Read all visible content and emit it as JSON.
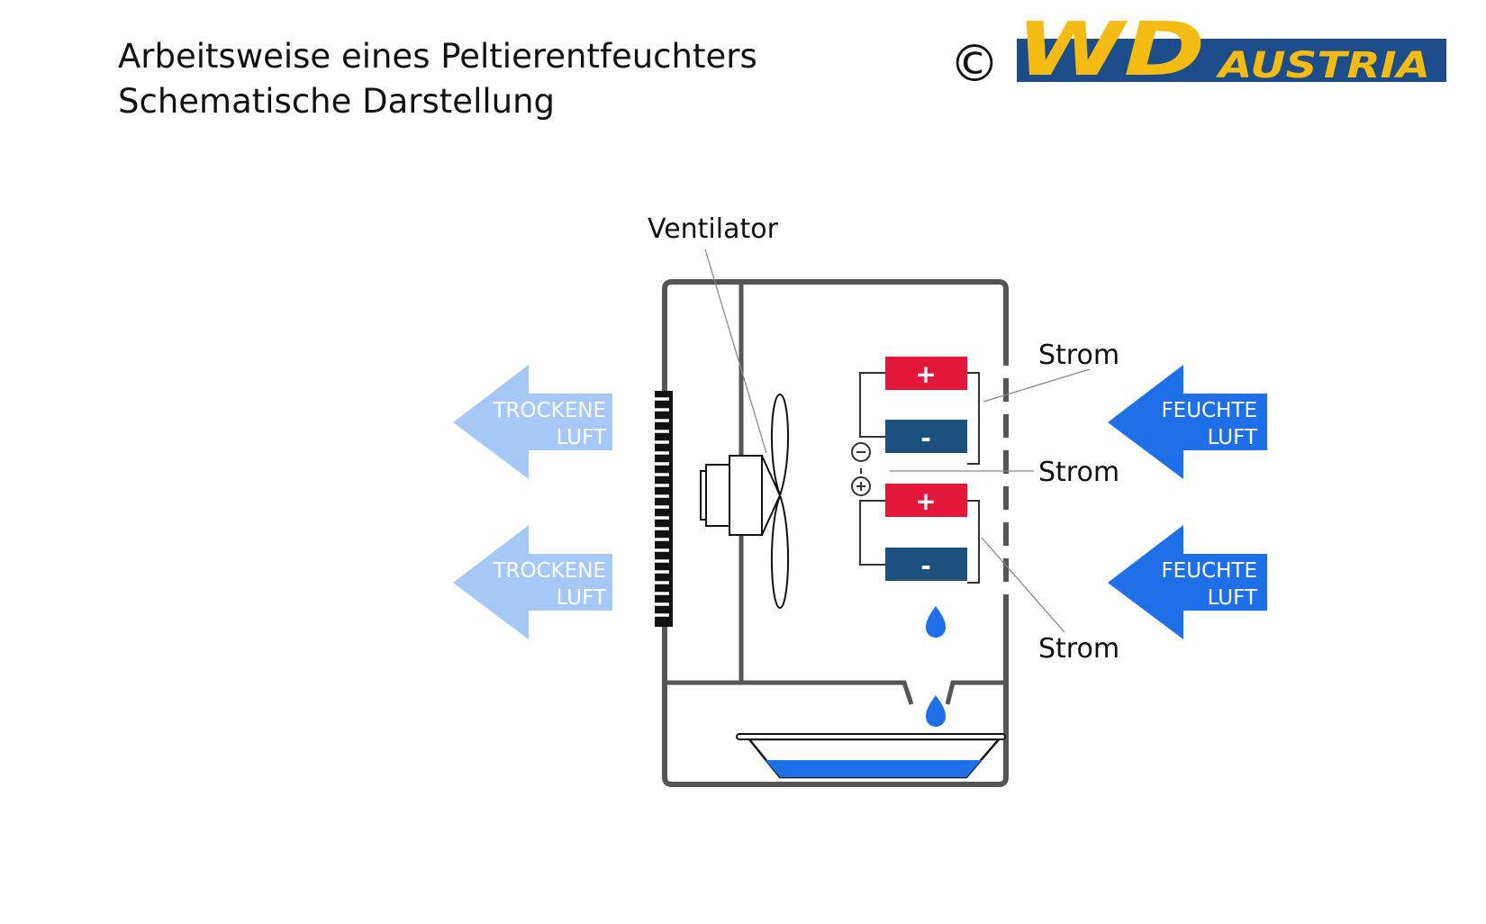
{
  "header": {
    "title_line1": "Arbeitsweise eines Peltierentfeuchters",
    "title_line2": "Schematische Darstellung",
    "copyright_symbol": "©",
    "logo_main": "WD",
    "logo_sub": "AUSTRIA"
  },
  "diagram": {
    "label_fan": "Ventilator",
    "label_current_1": "Strom",
    "label_current_2": "Strom",
    "label_current_3": "Strom",
    "dry_air": {
      "line1": "TROCKENE",
      "line2": "LUFT"
    },
    "humid_air": {
      "line1": "FEUCHTE",
      "line2": "LUFT"
    },
    "plus_sign": "+",
    "minus_sign": "-"
  },
  "colors": {
    "hot_side": "#e3173a",
    "cold_side": "#1a4f7e",
    "dry_arrow": "#a6c8f7",
    "humid_arrow": "#1f6fe8",
    "water": "#1f6fe8",
    "frame": "#555555",
    "logo_yellow": "#f4bb12",
    "logo_blue": "#1c4c8a"
  }
}
